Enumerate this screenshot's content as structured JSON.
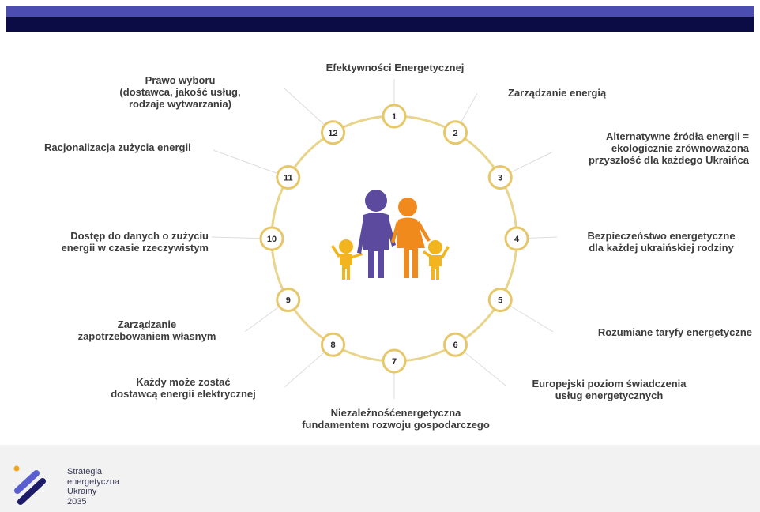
{
  "colors": {
    "header_top": "#4b4db0",
    "header_bottom": "#0b0b45",
    "ring": "#e8d48a",
    "node_border": "#e6c86a",
    "parent_purple": "#5b4a9e",
    "parent_orange": "#f08a1c",
    "child_yellow": "#f2b51d",
    "text": "#3c3c3c",
    "footer_bg": "#f2f2f2"
  },
  "nodes": [
    {
      "num": "1",
      "label": "Efektywności Energetycznej"
    },
    {
      "num": "2",
      "label": "Zarządzanie energią"
    },
    {
      "num": "3",
      "label_lines": [
        "Alternatywne źródła energii =",
        "ekologicznie zrównoważona",
        "przyszłość dla każdego Ukraińca"
      ]
    },
    {
      "num": "4",
      "label_lines": [
        "Bezpieczeństwo energetyczne",
        "dla każdej ukraińskiej rodziny"
      ]
    },
    {
      "num": "5",
      "label": "Rozumiane taryfy energetyczne"
    },
    {
      "num": "6",
      "label_lines": [
        "Europejski poziom świadczenia",
        "usług energetycznych"
      ]
    },
    {
      "num": "7",
      "label_lines": [
        "Niezależnośćenergetyczna",
        "fundamentem rozwoju gospodarczego"
      ]
    },
    {
      "num": "8",
      "label_lines": [
        "Każdy może zostać",
        "dostawcą energii elektrycznej"
      ]
    },
    {
      "num": "9",
      "label_lines": [
        "Zarządzanie",
        "zapotrzebowaniem własnym"
      ]
    },
    {
      "num": "10",
      "label_lines": [
        "Dostęp do danych o zużyciu",
        "energii w czasie rzeczywistym"
      ]
    },
    {
      "num": "11",
      "label": "Racjonalizacja zużycia energii"
    },
    {
      "num": "12",
      "label_lines": [
        "Prawo wyboru",
        "(dostawca, jakość usług,",
        "rodzaje wytwarzania)"
      ]
    }
  ],
  "footer": {
    "brand_lines": [
      "Strategia",
      "energetyczna",
      "Ukrainy",
      "2035"
    ],
    "logo_icon": "strategy-logo-icon"
  },
  "center_icon": "family-icon"
}
